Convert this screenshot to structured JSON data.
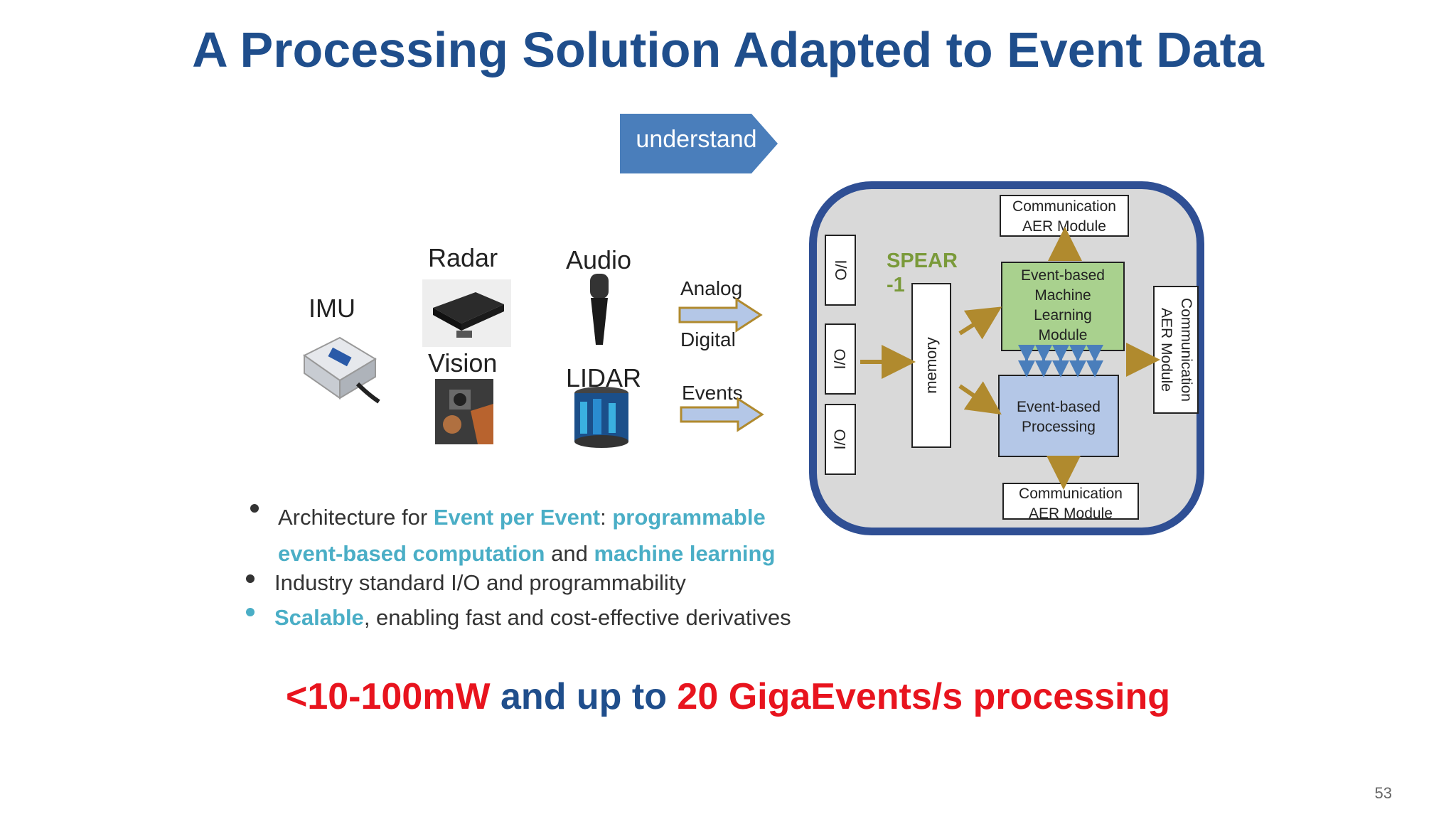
{
  "title": "A Processing Solution Adapted to Event Data",
  "understand_label": "understand",
  "sensors": {
    "imu": "IMU",
    "radar": "Radar",
    "vision": "Vision",
    "audio": "Audio",
    "lidar": "LIDAR"
  },
  "arrows": {
    "analog": "Analog",
    "digital": "Digital",
    "events": "Events"
  },
  "chip": {
    "name": "SPEAR-1",
    "io_label": "I/O",
    "memory": "memory",
    "comm_top": [
      "Communication",
      "AER Module"
    ],
    "comm_bottom": [
      "Communication",
      "AER Module"
    ],
    "comm_right": [
      "Communication",
      "AER Module"
    ],
    "ml_module": [
      "Event-based",
      "Machine",
      "Learning",
      "Module"
    ],
    "processing": [
      "Event-based",
      "Processing"
    ]
  },
  "bullets": {
    "b1_prefix": "Architecture for ",
    "b1_hl1": "Event per Event",
    "b1_sep": ": ",
    "b1_hl2": "programmable",
    "b1_hl3": "event-based computation",
    "b1_mid": " and ",
    "b1_hl4": "machine learning",
    "b2": "Industry standard I/O and programmability",
    "b3_hl": "Scalable",
    "b3_rest": ", enabling fast and cost-effective derivatives"
  },
  "footer": {
    "part1": "<10-100mW",
    "part2": " and up to ",
    "part3": "20 GigaEvents/s processing"
  },
  "page_number": "53",
  "colors": {
    "title": "#1f4e8c",
    "accent_teal": "#4aaec6",
    "red": "#e8141e",
    "chip_border": "#2f4f94",
    "chip_fill": "#d9d9d9",
    "ml_fill": "#a9d18e",
    "proc_fill": "#b4c7e7",
    "arrow_fill": "#b4c7e7",
    "arrow_stroke": "#b08a2e"
  }
}
